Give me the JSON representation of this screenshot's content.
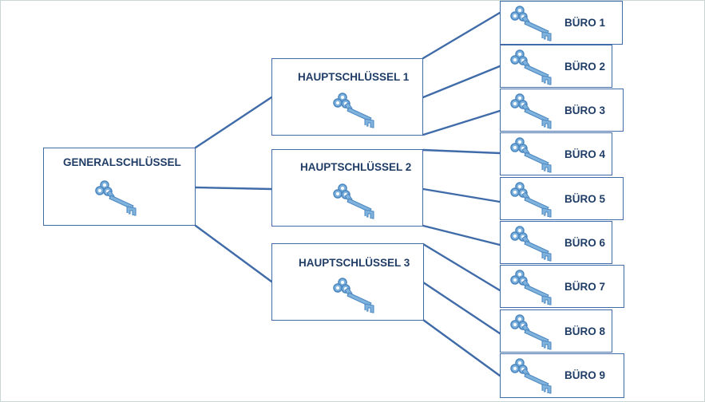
{
  "diagram": {
    "root": {
      "label": "GENERALSCHLÜSSEL",
      "icon": "key-icon"
    },
    "main_keys": [
      {
        "label": "HAUPTSCHLÜSSEL 1",
        "icon": "key-icon"
      },
      {
        "label": "HAUPTSCHLÜSSEL 2",
        "icon": "key-icon"
      },
      {
        "label": "HAUPTSCHLÜSSEL 3",
        "icon": "key-icon"
      }
    ],
    "offices": [
      {
        "label": "BÜRO 1",
        "parent": "HAUPTSCHLÜSSEL 1"
      },
      {
        "label": "BÜRO 2",
        "parent": "HAUPTSCHLÜSSEL 1"
      },
      {
        "label": "BÜRO 3",
        "parent": "HAUPTSCHLÜSSEL 1"
      },
      {
        "label": "BÜRO 4",
        "parent": "HAUPTSCHLÜSSEL 2"
      },
      {
        "label": "BÜRO 5",
        "parent": "HAUPTSCHLÜSSEL 2"
      },
      {
        "label": "BÜRO 6",
        "parent": "HAUPTSCHLÜSSEL 2"
      },
      {
        "label": "BÜRO 7",
        "parent": "HAUPTSCHLÜSSEL 3"
      },
      {
        "label": "BÜRO 8",
        "parent": "HAUPTSCHLÜSSEL 3"
      },
      {
        "label": "BÜRO 9",
        "parent": "HAUPTSCHLÜSSEL 3"
      }
    ]
  },
  "colors": {
    "connector": "#3f6ba8",
    "box_border": "#3f6ba8",
    "label_text": "#1f3d66",
    "key_fill": "#7fb2dd",
    "key_shade": "#4a86bf"
  }
}
